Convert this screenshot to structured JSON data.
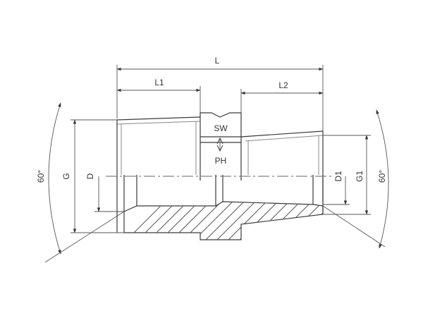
{
  "labels": {
    "L": "L",
    "L1": "L1",
    "L2": "L2",
    "SW": "SW",
    "PH": "PH",
    "G": "G",
    "D": "D",
    "D1": "D1",
    "G1": "G1",
    "angle_left": "60°",
    "angle_right": "60°"
  }
}
